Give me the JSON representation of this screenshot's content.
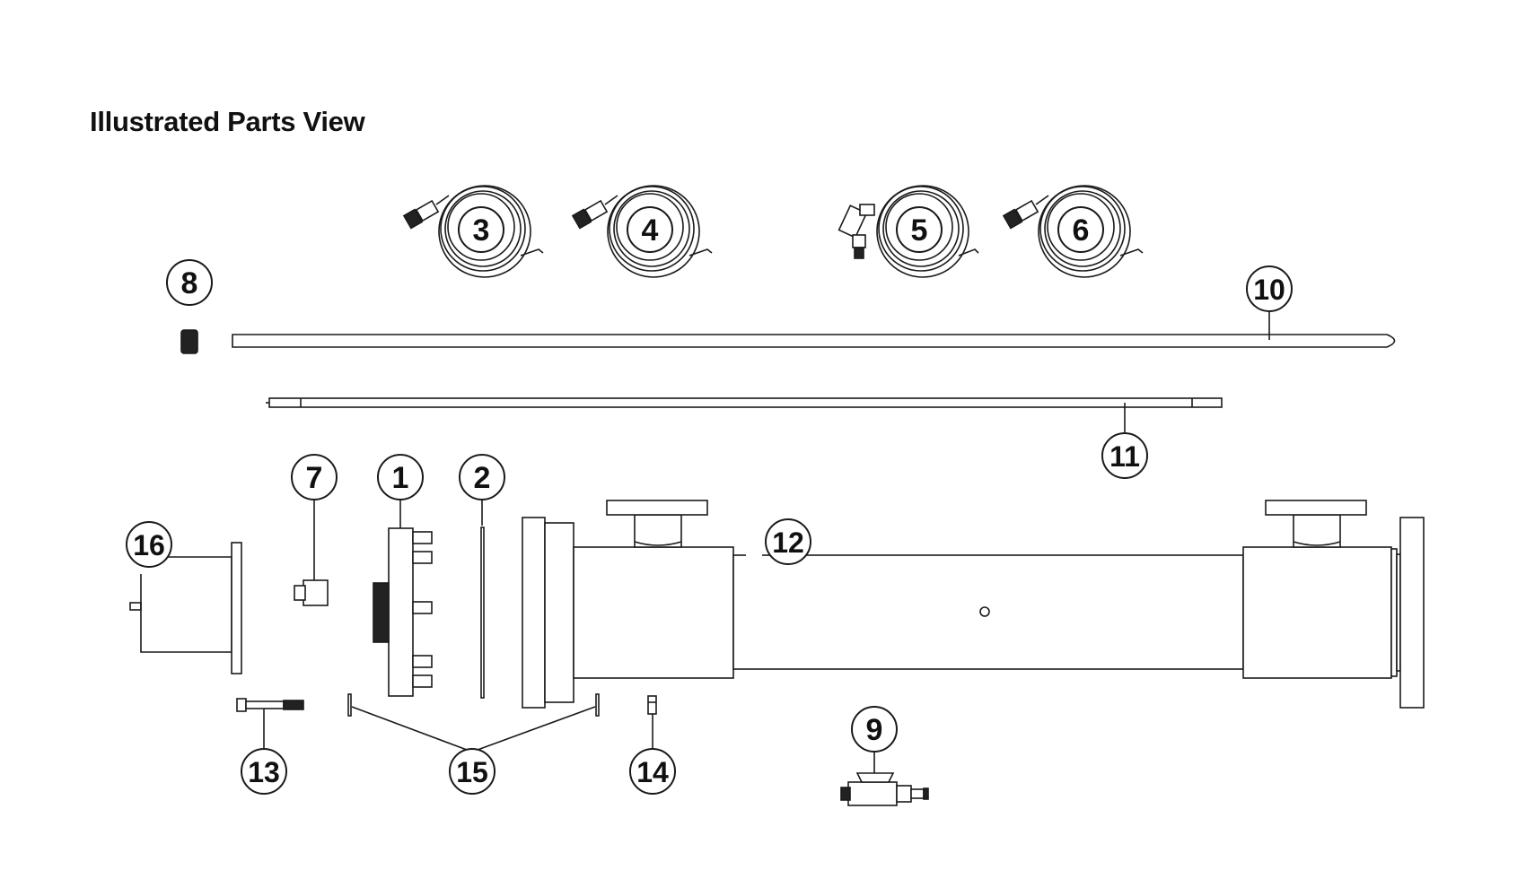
{
  "page": {
    "title": "Illustrated Parts View"
  },
  "callouts": [
    {
      "id": "callout-1",
      "label": "1"
    },
    {
      "id": "callout-2",
      "label": "2"
    },
    {
      "id": "callout-3",
      "label": "3"
    },
    {
      "id": "callout-4",
      "label": "4"
    },
    {
      "id": "callout-5",
      "label": "5"
    },
    {
      "id": "callout-6",
      "label": "6"
    },
    {
      "id": "callout-7",
      "label": "7"
    },
    {
      "id": "callout-8",
      "label": "8"
    },
    {
      "id": "callout-9",
      "label": "9"
    },
    {
      "id": "callout-10",
      "label": "10"
    },
    {
      "id": "callout-11",
      "label": "11"
    },
    {
      "id": "callout-12",
      "label": "12"
    },
    {
      "id": "callout-13",
      "label": "13"
    },
    {
      "id": "callout-14",
      "label": "14"
    },
    {
      "id": "callout-15",
      "label": "15"
    },
    {
      "id": "callout-16",
      "label": "16"
    }
  ],
  "colors": {
    "line": "#1a1a1a",
    "fill": "#ffffff",
    "dark_part": "#222222"
  }
}
